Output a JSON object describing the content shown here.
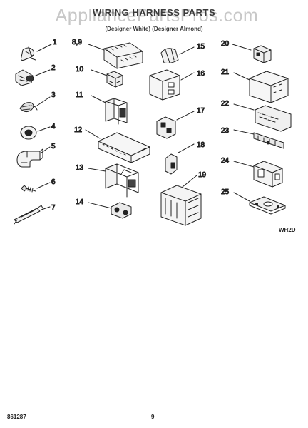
{
  "watermark": "AppliancePartsPros.com",
  "header": {
    "title": "WIRING HARNESS PARTS",
    "subtitle": "",
    "variant": "(Designer White) (Designer Almond)"
  },
  "parts": [
    {
      "label": "1"
    },
    {
      "label": "2"
    },
    {
      "label": "3"
    },
    {
      "label": "4"
    },
    {
      "label": "5"
    },
    {
      "label": "6"
    },
    {
      "label": "7"
    },
    {
      "label": "8,9"
    },
    {
      "label": "10"
    },
    {
      "label": "11"
    },
    {
      "label": "12"
    },
    {
      "label": "13"
    },
    {
      "label": "14"
    },
    {
      "label": "15"
    },
    {
      "label": "16"
    },
    {
      "label": "17"
    },
    {
      "label": "18"
    },
    {
      "label": "19"
    },
    {
      "label": "20"
    },
    {
      "label": "21"
    },
    {
      "label": "22"
    },
    {
      "label": "23"
    },
    {
      "label": "24"
    },
    {
      "label": "25"
    }
  ],
  "diagram_code": "WH2D",
  "footer": {
    "code": "861287",
    "page": "9"
  }
}
